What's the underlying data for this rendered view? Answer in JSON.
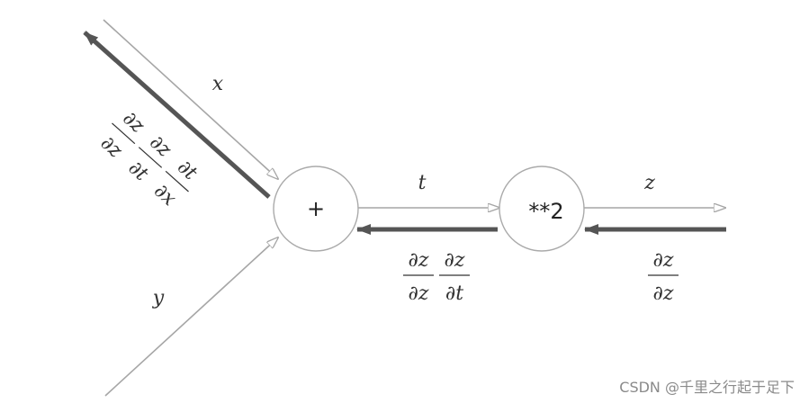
{
  "nodes": {
    "add": {
      "op": "+"
    },
    "square": {
      "op": "**2"
    }
  },
  "forward_labels": {
    "x": "x",
    "y": "y",
    "t": "t",
    "z": "z"
  },
  "gradients": {
    "output": {
      "num": "∂z",
      "den": "∂z"
    },
    "at_t": {
      "f1_num": "∂z",
      "f1_den": "∂z",
      "f2_num": "∂z",
      "f2_den": "∂t"
    },
    "at_x": {
      "f1_num": "∂z",
      "f1_den": "∂z",
      "f2_num": "∂z",
      "f2_den": "∂t",
      "f3_num": "∂t",
      "f3_den": "∂x"
    }
  },
  "watermark": "CSDN @千里之行起于足下",
  "colors": {
    "forward_line": "#a6a6a6",
    "backward_line": "#555555",
    "node_stroke": "#aaaaaa",
    "text": "#333333"
  }
}
